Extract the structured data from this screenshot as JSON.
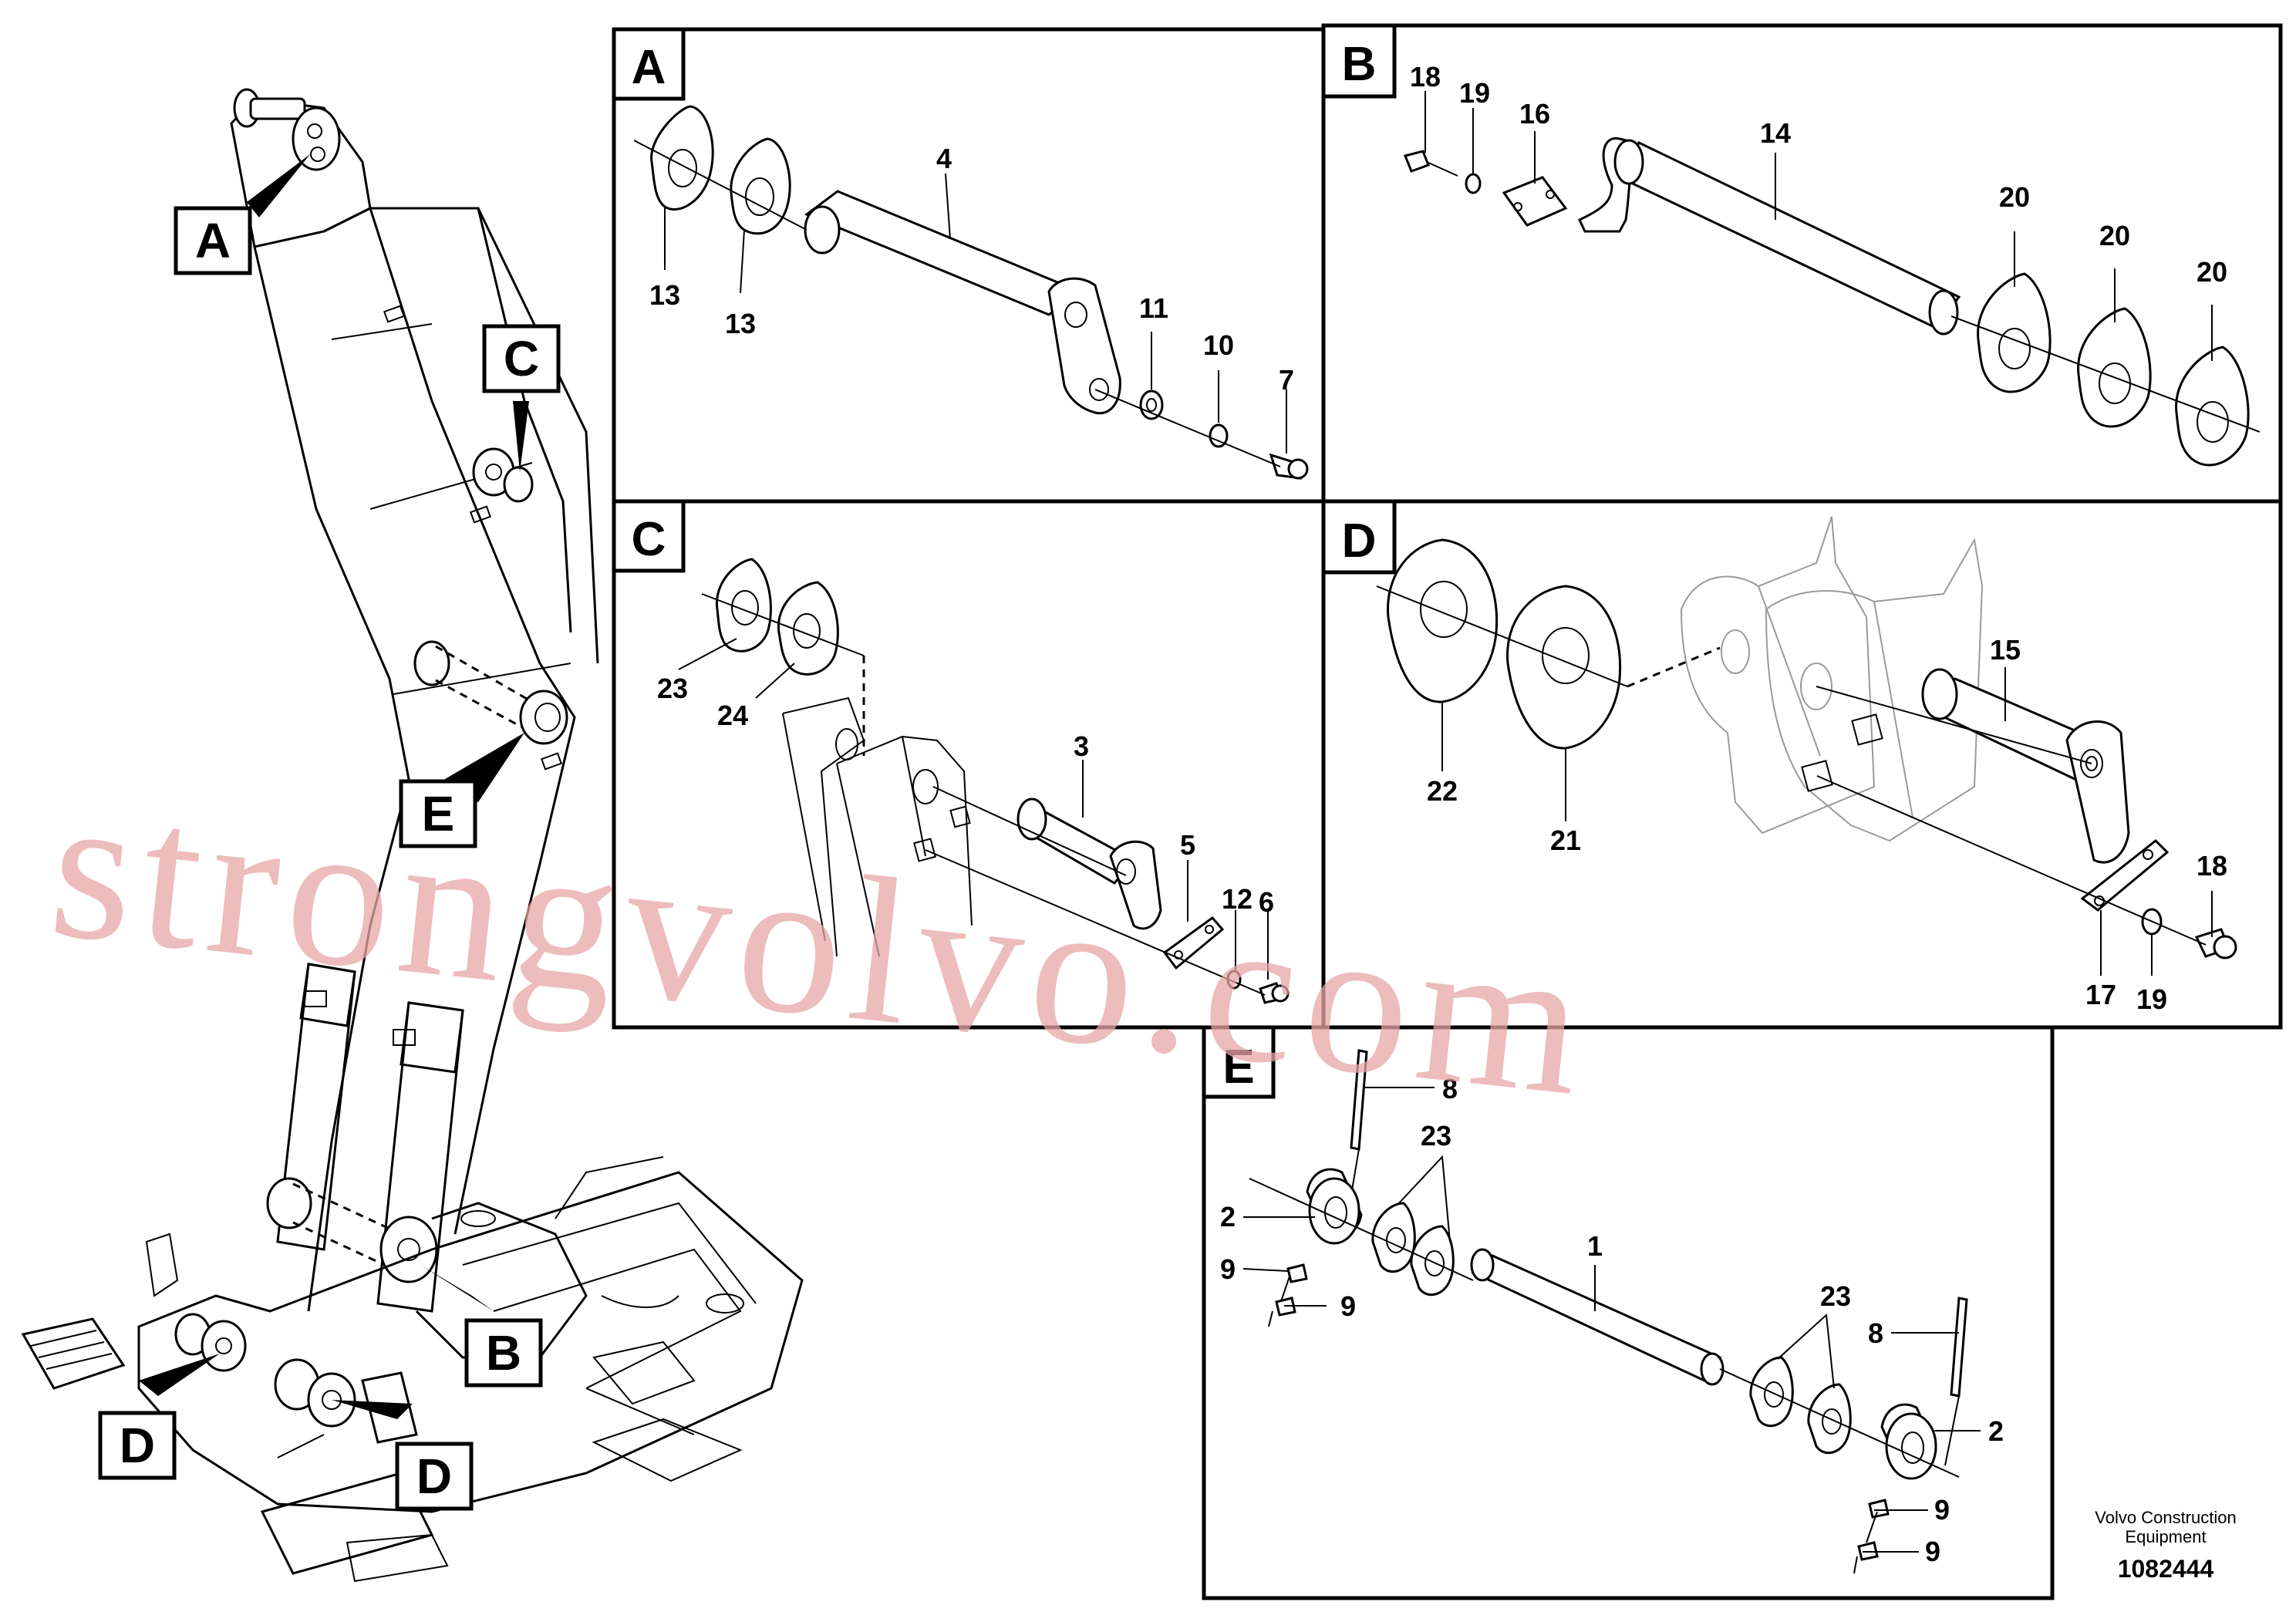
{
  "callouts": {
    "A": "A",
    "B": "B",
    "C": "C",
    "D1": "D",
    "D2": "D",
    "E": "E"
  },
  "panels": {
    "A": {
      "label": "A",
      "parts": [
        "13",
        "13",
        "4",
        "11",
        "10",
        "7"
      ]
    },
    "B": {
      "label": "B",
      "parts": [
        "18",
        "19",
        "16",
        "14",
        "20",
        "20",
        "20"
      ]
    },
    "C": {
      "label": "C",
      "parts": [
        "23",
        "24",
        "3",
        "5",
        "12",
        "6"
      ]
    },
    "D": {
      "label": "D",
      "parts": [
        "22",
        "21",
        "15",
        "18",
        "17",
        "19"
      ]
    },
    "E": {
      "label": "E",
      "parts": [
        "8",
        "23",
        "2",
        "9",
        "9",
        "1",
        "23",
        "8",
        "2",
        "9",
        "9"
      ]
    }
  },
  "watermark": "strongvolvo.com",
  "footer": {
    "company_line1": "Volvo Construction",
    "company_line2": "Equipment",
    "drawing_number": "1082444"
  },
  "colors": {
    "line": "#000000",
    "watermark": "#e8a6a6",
    "background": "#ffffff"
  }
}
